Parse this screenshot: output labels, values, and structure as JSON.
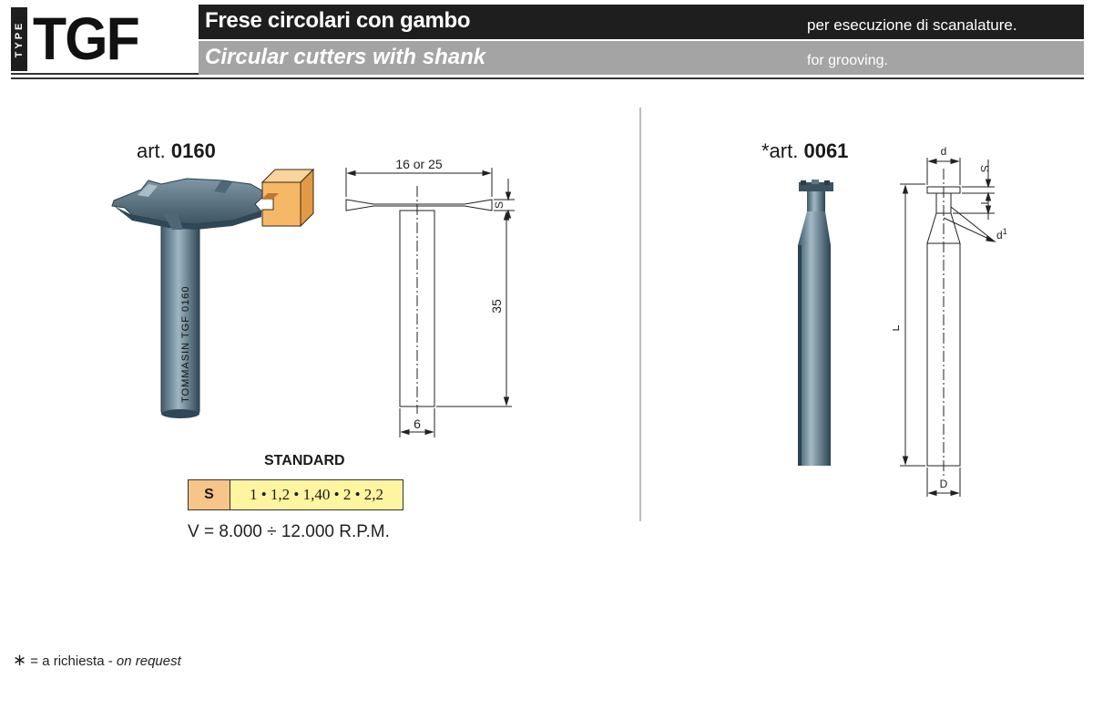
{
  "header": {
    "type_label": "TYPE",
    "code": "TGF",
    "title_it": "Frese circolari con gambo",
    "subtitle_it": "per esecuzione di scanalature.",
    "title_en": "Circular cutters with shank",
    "subtitle_en": "for grooving."
  },
  "left": {
    "art_prefix": "art. ",
    "art_number": "0160",
    "shank_marking": "TOMMASIN  TGF 0160",
    "dims": {
      "diameter": "16 or 25",
      "thickness": "S",
      "length": "35",
      "shank": "6"
    },
    "standard_label": "STANDARD",
    "standard_key": "S",
    "standard_values": "1 • 1,2 • 1,40 • 2 • 2,2",
    "rpm": "V = 8.000 ÷ 12.000 R.P.M."
  },
  "right": {
    "art_prefix": "*art. ",
    "art_number": "0061",
    "dims": {
      "d": "d",
      "s": "S",
      "l": "l",
      "d1": "d",
      "d1_sup": "1",
      "L": "L",
      "D": "D"
    }
  },
  "footnote": {
    "star": "∗",
    "text_it": " = a richiesta - ",
    "text_en": "on request"
  },
  "colors": {
    "header_black": "#1e1e1e",
    "header_grey": "#a4a4a4",
    "standard_key_bg": "#f7c48a",
    "standard_values_bg": "#fff4a0",
    "profile_orange": "#f5b867"
  }
}
